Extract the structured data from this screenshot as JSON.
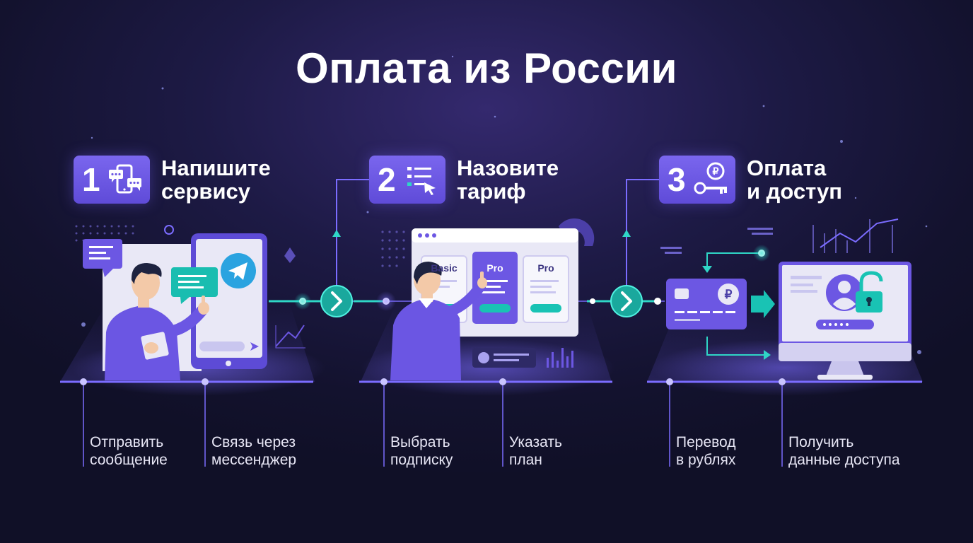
{
  "title": "Оплата из России",
  "steps": [
    {
      "number": "1",
      "title_line1": "Напишите",
      "title_line2": "сервису",
      "icon": "chat-phone-icon",
      "captions": [
        {
          "line1": "Отправить",
          "line2": "сообщение"
        },
        {
          "line1": "Связь через",
          "line2": "мессенджер"
        }
      ]
    },
    {
      "number": "2",
      "title_line1": "Назовите",
      "title_line2": "тариф",
      "icon": "list-cursor-icon",
      "captions": [
        {
          "line1": "Выбрать",
          "line2": "подписку"
        },
        {
          "line1": "Указать",
          "line2": "план"
        }
      ],
      "plans": [
        "Basic",
        "Pro",
        "Pro"
      ]
    },
    {
      "number": "3",
      "title_line1": "Оплата",
      "title_line2": "и доступ",
      "icon": "ruble-key-icon",
      "captions": [
        {
          "line1": "Перевод",
          "line2": "в рублях"
        },
        {
          "line1": "Получить",
          "line2": "данные доступа"
        }
      ]
    }
  ],
  "colors": {
    "background": "#161533",
    "accent_purple": "#6c57e3",
    "accent_teal": "#19c3b4",
    "screen": "#e9e8f6"
  }
}
